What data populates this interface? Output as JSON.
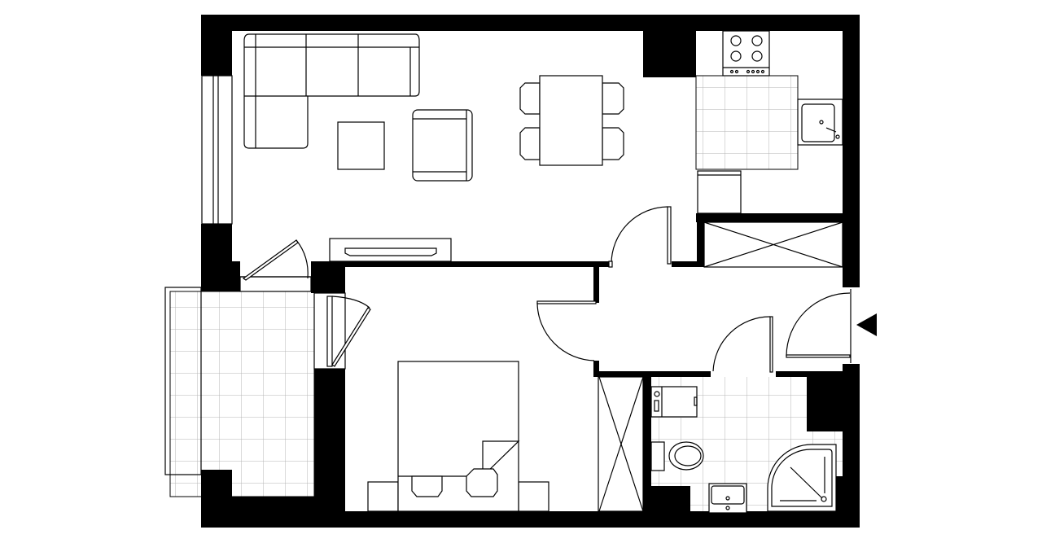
{
  "plan": {
    "type": "apartment-floor-plan",
    "rooms": [
      "living-room",
      "kitchen",
      "bedroom",
      "balcony",
      "hallway",
      "bathroom",
      "closet",
      "wardrobe"
    ],
    "entrance_marker_icon": "triangle-arrow-left"
  },
  "colors": {
    "wall": "#000000",
    "background": "#ffffff",
    "tile_grid": "#b4b4b4",
    "furniture_stroke": "#000000"
  }
}
